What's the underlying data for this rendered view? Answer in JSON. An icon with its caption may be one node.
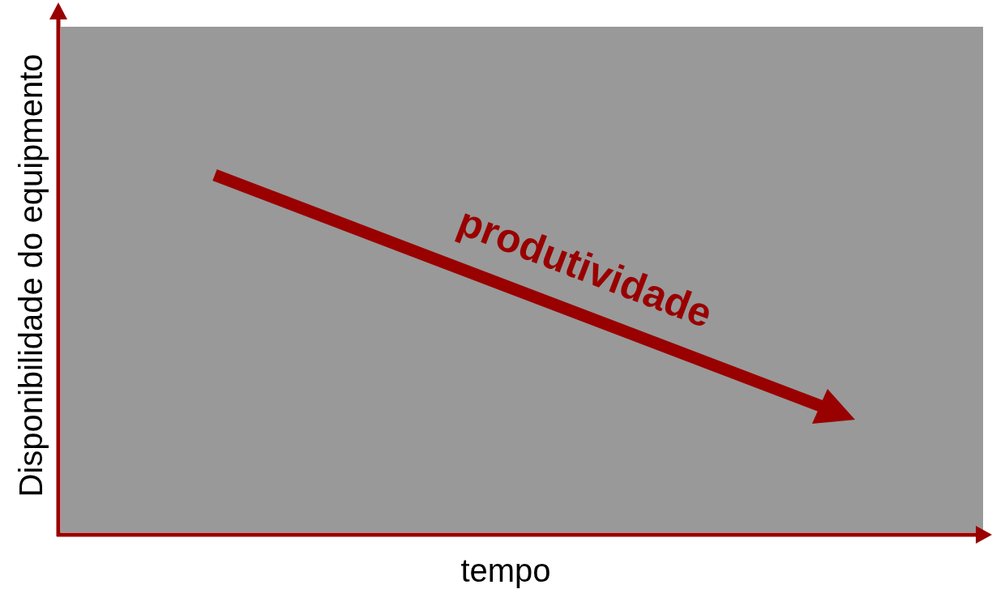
{
  "diagram": {
    "labels": [
      "Disponibilidade do equipmento",
      "produtividade",
      "tempo"
    ]
  }
}
